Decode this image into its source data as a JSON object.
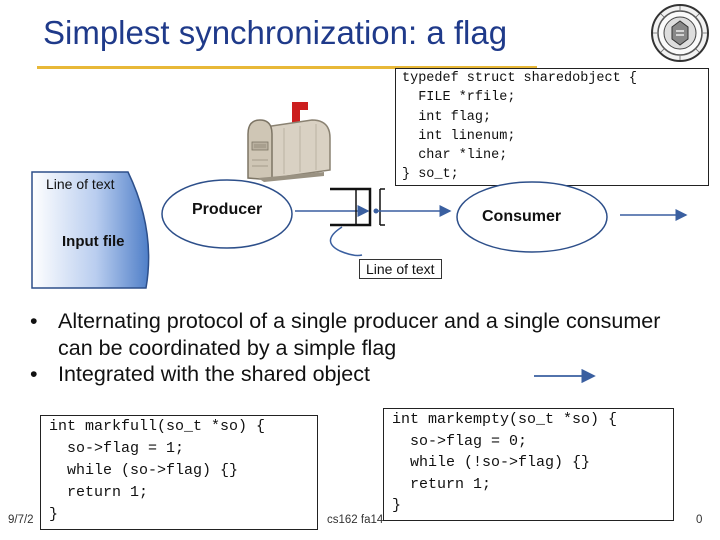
{
  "title": "Simplest synchronization: a flag",
  "struct_code": "typedef struct sharedobject {\n  FILE *rfile;\n  int flag;\n  int linenum;\n  char *line;\n} so_t;",
  "diagram": {
    "file_top_label": "Line of text",
    "file_bottom_label": "Input file",
    "producer_label": "Producer",
    "consumer_label": "Consumer",
    "line_box_label": "Line of text"
  },
  "bullets": [
    "Alternating protocol of a single producer and a single consumer can be coordinated by a simple flag",
    "Integrated with the shared object"
  ],
  "bullet_symbol": "•",
  "markfull_code": "int markfull(so_t *so) {\n  so->flag = 1;\n  while (so->flag) {}\n  return 1;\n}",
  "markempty_code": "int markempty(so_t *so) {\n  so->flag = 0;\n  while (!so->flag) {}\n  return 1;\n}",
  "footer": {
    "date": "9/7/2",
    "course": "cs162 fa14",
    "page": "0"
  },
  "colors": {
    "title": "#1f3a8a",
    "title_rule": "#e8b838",
    "arrow": "#3a5fa0",
    "file_fill": "#5b87c9",
    "flag_red": "#cc1e1e"
  },
  "icons": {
    "seal": "university-seal-icon",
    "mailbox": "mailbox-icon"
  }
}
